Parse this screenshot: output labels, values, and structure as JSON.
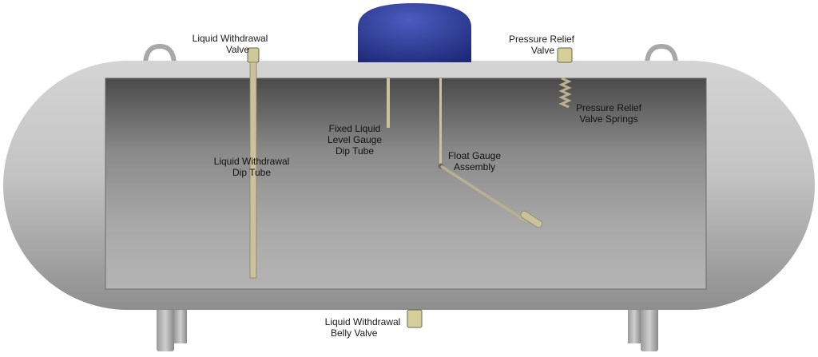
{
  "labels": {
    "liquid_withdrawal_valve": [
      "Liquid Withdrawal",
      "Valve"
    ],
    "pressure_relief_valve": [
      "Pressure Relief",
      "Valve"
    ],
    "pressure_relief_valve_springs": [
      "Pressure Relief",
      "Valve Springs"
    ],
    "fixed_liquid_level_gauge": [
      "Fixed Liquid",
      "Level Gauge",
      "Dip Tube"
    ],
    "float_gauge_assembly": [
      "Float Gauge",
      "Assembly"
    ],
    "liquid_withdrawal_dip_tube": [
      "Liquid Withdrawal",
      "Dip Tube"
    ],
    "liquid_withdrawal_belly_valve": [
      "Liquid Withdrawal",
      "Belly Valve"
    ]
  },
  "colors": {
    "tank_shell": "#bdbdbd",
    "tank_interior": "#8f8f8f",
    "dome": "#2f3f9a",
    "tube": "#c9c29a",
    "valve": "#d6cf9a"
  }
}
